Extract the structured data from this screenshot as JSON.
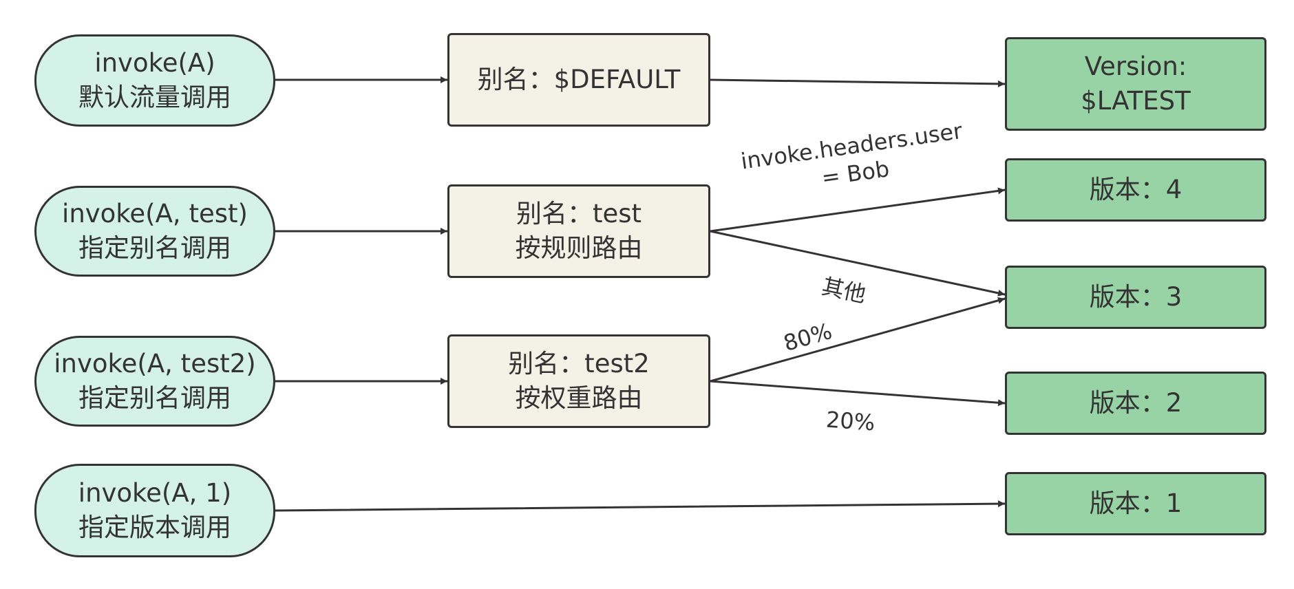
{
  "calls": [
    {
      "line1": "invoke(A)",
      "line2": "默认流量调用"
    },
    {
      "line1": "invoke(A, test)",
      "line2": "指定别名调用"
    },
    {
      "line1": "invoke(A, test2)",
      "line2": "指定别名调用"
    },
    {
      "line1": "invoke(A, 1)",
      "line2": "指定版本调用"
    }
  ],
  "aliases": [
    {
      "line1": "别名：$DEFAULT",
      "line2": ""
    },
    {
      "line1": "别名：test",
      "line2": "按规则路由"
    },
    {
      "line1": "别名：test2",
      "line2": "按权重路由"
    }
  ],
  "versions": [
    {
      "line1": "Version:",
      "line2": "$LATEST"
    },
    {
      "line1": "版本：4",
      "line2": ""
    },
    {
      "line1": "版本：3",
      "line2": ""
    },
    {
      "line1": "版本：2",
      "line2": ""
    },
    {
      "line1": "版本：1",
      "line2": ""
    }
  ],
  "edge_labels": {
    "rule_user": {
      "line1": "invoke.headers.user",
      "line2": "= Bob"
    },
    "rule_other": "其他",
    "weight_80": "80%",
    "weight_20": "20%"
  },
  "colors": {
    "call_fill": "#d4f2e7",
    "alias_fill": "#f4f1e7",
    "version_fill": "#98d3a5",
    "stroke": "#333333"
  }
}
